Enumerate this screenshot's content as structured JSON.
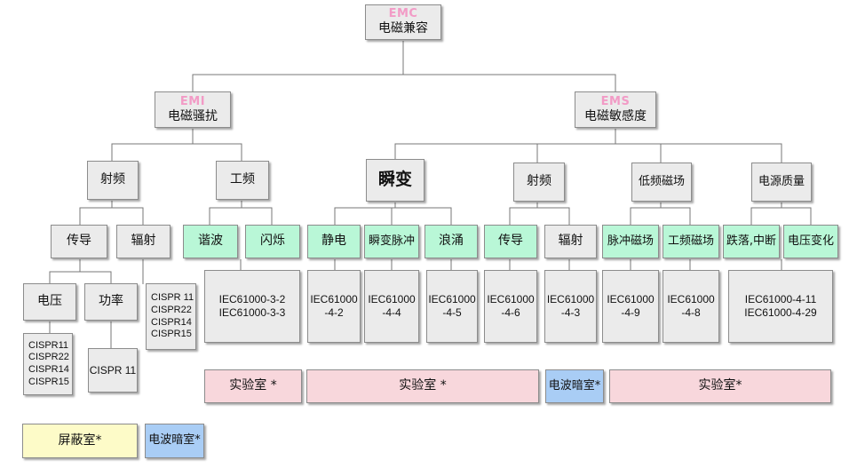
{
  "root": {
    "abbr": "EMC",
    "label": "电磁兼容"
  },
  "emi": {
    "abbr": "EMI",
    "label": "电磁骚扰"
  },
  "ems": {
    "abbr": "EMS",
    "label": "电磁敏感度"
  },
  "emi_children": {
    "rf": "射频",
    "pf": "工频"
  },
  "ems_children": {
    "transient": "瞬变",
    "rf": "射频",
    "lf_magnetic": "低频磁场",
    "power_quality": "电源质量"
  },
  "level3": {
    "conducted": "传导",
    "radiated": "辐射",
    "harmonics": "谐波",
    "flicker": "闪烁",
    "esd": "静电",
    "eft": "瞬变脉冲",
    "surge": "浪涌",
    "ems_conducted": "传导",
    "ems_radiated": "辐射",
    "pulse_magnetic": "脉冲磁场",
    "pf_magnetic": "工频磁场",
    "dips": "跌落,中断",
    "voltage_var": "电压变化"
  },
  "level4": {
    "voltage": "电压",
    "power": "功率"
  },
  "standards": {
    "voltage": [
      "CISPR11",
      "CISPR22",
      "CISPR14",
      "CISPR15"
    ],
    "power": [
      "CISPR 11"
    ],
    "radiated": [
      "CISPR 11",
      "CISPR22",
      "CISPR14",
      "CISPR15"
    ],
    "harm_flicker": [
      "IEC61000-3-2",
      "IEC61000-3-3"
    ],
    "esd": [
      "IEC61000",
      "-4-2"
    ],
    "eft": [
      "IEC61000",
      "-4-4"
    ],
    "surge": [
      "IEC61000",
      "-4-5"
    ],
    "ems_conducted": [
      "IEC61000",
      "-4-6"
    ],
    "ems_radiated": [
      "IEC61000",
      "-4-3"
    ],
    "pulse_magnetic": [
      "IEC61000",
      "-4-9"
    ],
    "pf_magnetic": [
      "IEC61000",
      "-4-8"
    ],
    "power_quality": [
      "IEC61000-4-11",
      "IEC61000-4-29"
    ]
  },
  "facilities": {
    "lab1": "实验室 *",
    "lab2": "实验室  *",
    "chamber_ems": "电波暗室*",
    "lab3": "实验室*",
    "shield": "屏蔽室*",
    "chamber_emi": "电波暗室*"
  }
}
